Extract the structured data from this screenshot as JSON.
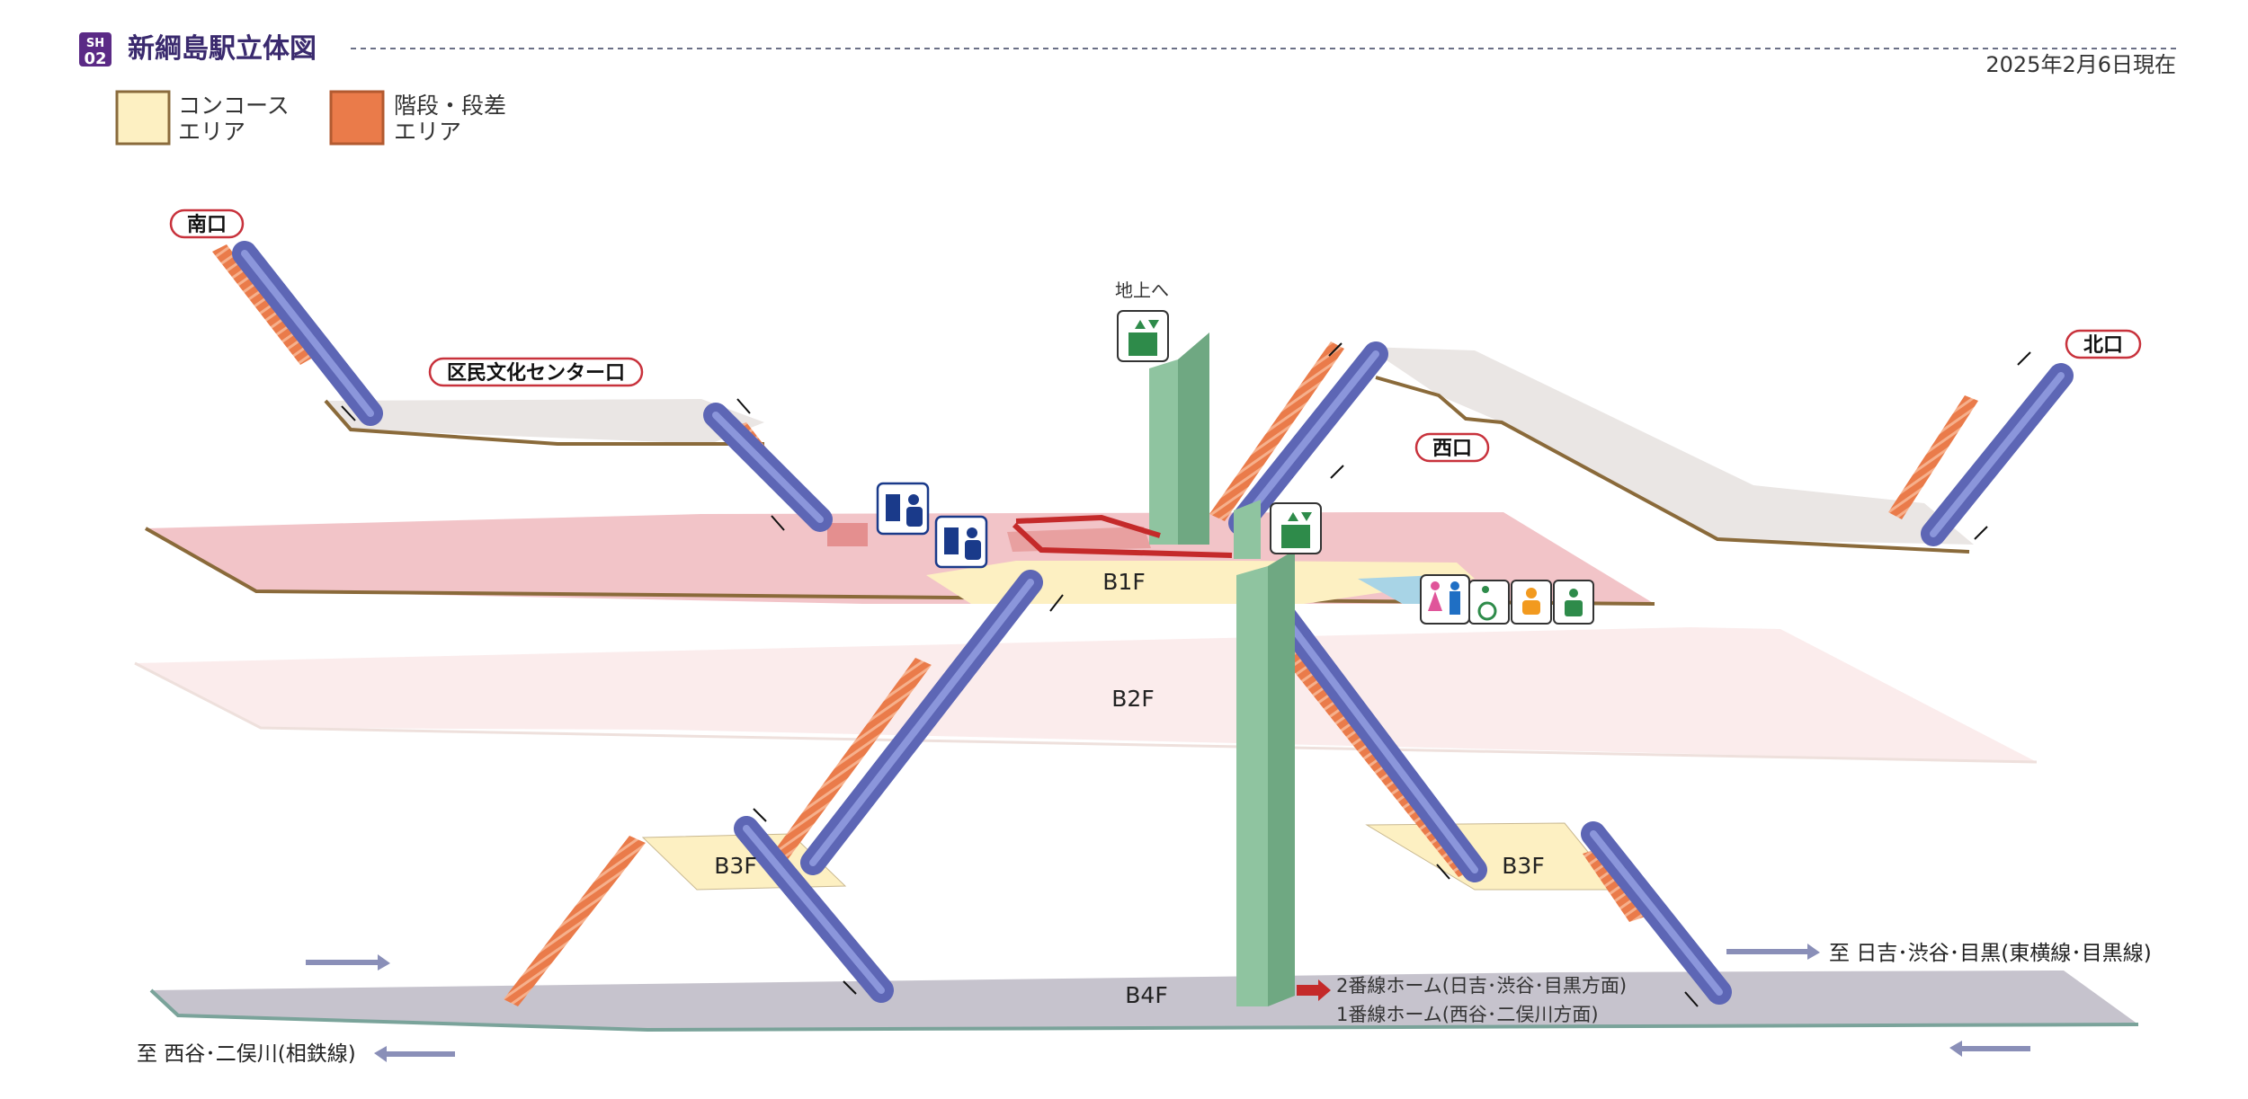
{
  "header": {
    "badge_line": "SH",
    "badge_num": "02",
    "title": "新綱島駅立体図",
    "date": "2025年2月6日現在"
  },
  "legend": [
    {
      "line1": "コンコース",
      "line2": "エリア",
      "color": "#fdf0c2"
    },
    {
      "line1": "階段・段差",
      "line2": "エリア",
      "color": "#ea7b4a"
    }
  ],
  "floors": {
    "b1": "B1F",
    "b2": "B2F",
    "b3_left": "B3F",
    "b3_right": "B3F",
    "b4": "B4F"
  },
  "exits": {
    "south": "南口",
    "culture_center": "区民文化センター口",
    "west": "西口",
    "north": "北口"
  },
  "labels": {
    "to_ground": "地上へ",
    "platform2": "2番線ホーム(日吉･渋谷･目黒方面)",
    "platform1": "1番線ホーム(西谷･二俣川方面)",
    "dir_right": "至 日吉･渋谷･目黒(東横線･目黒線)",
    "dir_left": "至 西谷･二俣川(相鉄線)"
  },
  "icons": [
    "ticket-machine-icon",
    "ticket-office-icon",
    "elevator-icon",
    "restroom-icon",
    "wheelchair-icon",
    "baby-room-icon",
    "multipurpose-room-icon"
  ],
  "colors": {
    "concourse": "#fdf0c2",
    "stairs": "#ea7b4a",
    "escalator": "#6f79c6",
    "b1_floor": "#f2c4c8",
    "b2_floor": "#fbecec",
    "b4_floor": "#c6c3cd",
    "elevator_shaft": "#8fc4a0",
    "exit_border": "#c8323c",
    "title_accent": "#5b2a86"
  }
}
